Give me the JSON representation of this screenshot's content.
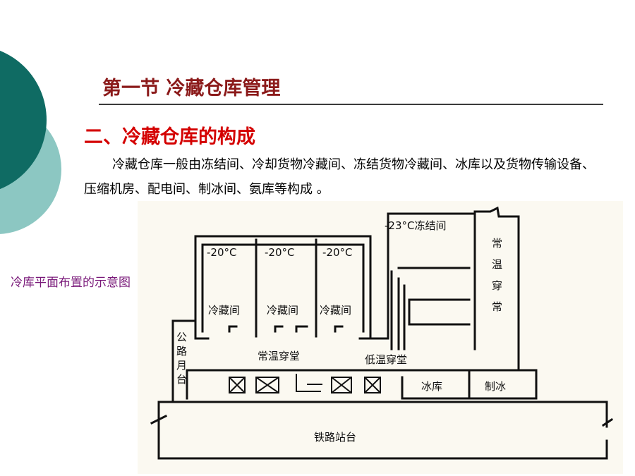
{
  "slide": {
    "title": "第一节  冷藏仓库管理",
    "subtitle": "二、冷藏仓库的构成",
    "paragraph": "冷藏仓库一般由冻结间、冷却货物冷藏间、冻结货物冷藏间、冰库以及货物传输设备、压缩机房、配电间、制冰间、氨库等构成 。",
    "caption": "冷库平面布置的示意图"
  },
  "diagram": {
    "freeze_room": "-23°C冻结间",
    "side_corridor": [
      "常",
      "温",
      "穿",
      "常"
    ],
    "cold_rooms": [
      {
        "temp": "-20°C",
        "label": "冷藏间"
      },
      {
        "temp": "-20°C",
        "label": "冷藏间"
      },
      {
        "temp": "-20°C",
        "label": "冷藏间"
      }
    ],
    "road_platform": [
      "公",
      "路",
      "月",
      "台"
    ],
    "normal_hall": "常温穿堂",
    "low_hall": "低温穿堂",
    "ice_store": "冰库",
    "ice_making": "制冰",
    "rail_platform": "铁路站台"
  },
  "colors": {
    "deco_dark": "#0f6b63",
    "deco_light": "#8cc7c2",
    "title": "#8b1a1a",
    "subtitle": "#d40000",
    "caption": "#7a1a7a",
    "diagram_bg": "#fbf9f1"
  }
}
